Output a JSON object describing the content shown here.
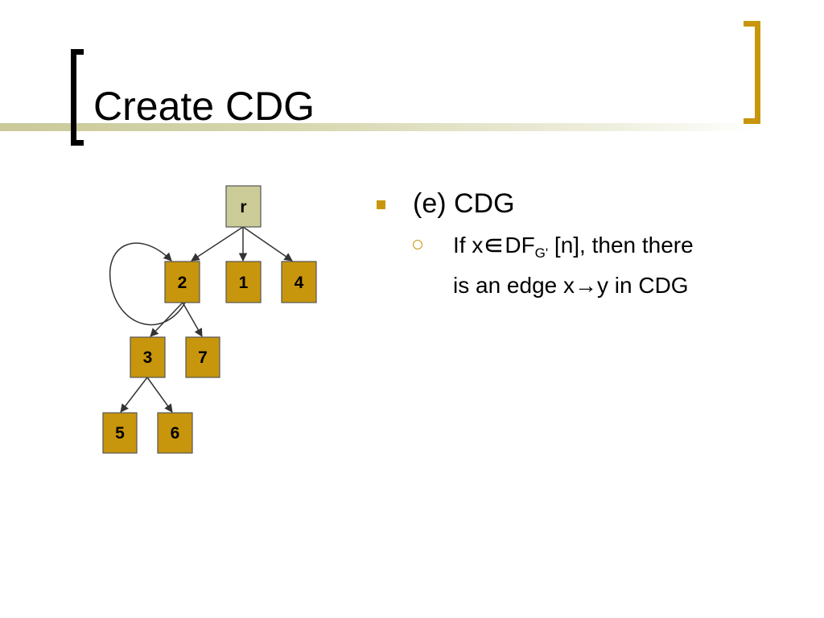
{
  "title": "Create CDG",
  "colors": {
    "node_fill": "#c8960c",
    "root_fill": "#cccc99",
    "accent": "#c8960c",
    "bracket_left": "#000000",
    "bracket_right": "#c8960c"
  },
  "diagram": {
    "nodes": {
      "r": "r",
      "n2": "2",
      "n1": "1",
      "n4": "4",
      "n3": "3",
      "n7": "7",
      "n5": "5",
      "n6": "6"
    },
    "edges": [
      "r->2",
      "r->1",
      "r->4",
      "2->3",
      "2->7",
      "3->5",
      "3->6",
      "2->2"
    ]
  },
  "bullets": {
    "main": "(e) CDG",
    "sub": {
      "if_x": "If x",
      "elem_icon": "element-of-icon",
      "df": "DF",
      "df_sub": "G'",
      "rest_line1": " [n], then there",
      "line2_start": "is an edge x",
      "arrow": "→",
      "line2_end": "y in CDG"
    }
  }
}
